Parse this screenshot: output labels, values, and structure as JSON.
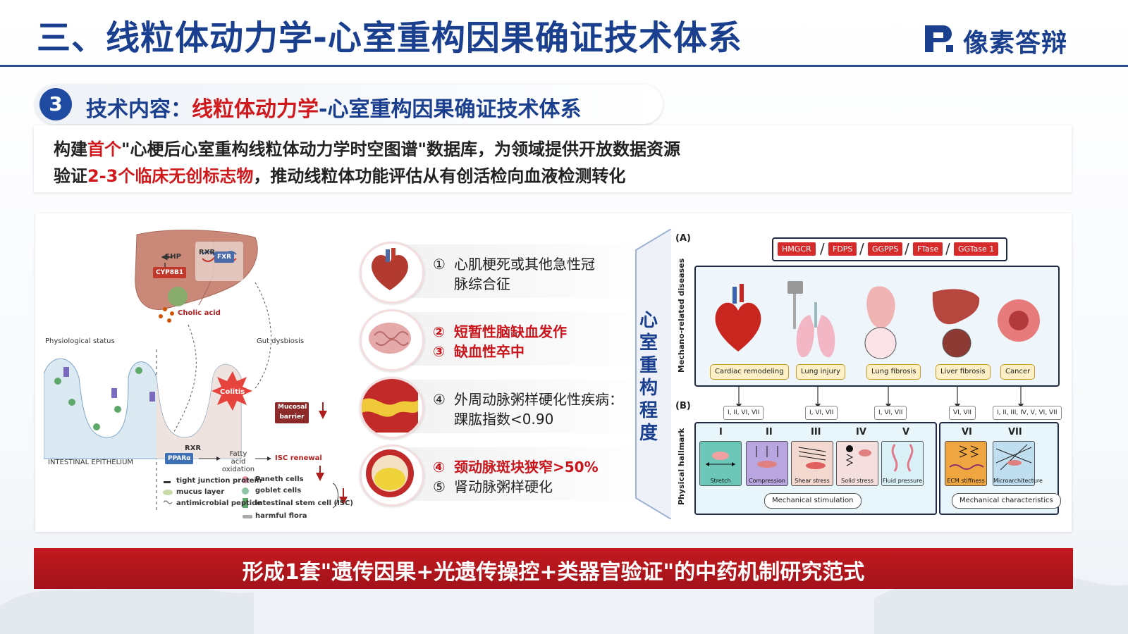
{
  "header": {
    "title": "三、线粒体动力学-心室重构因果确证技术体系",
    "logo_text": "像素答辩"
  },
  "section": {
    "number": "3",
    "prefix": "技术内容：",
    "highlight": "线粒体动力学",
    "suffix": "-心室重构因果确证技术体系"
  },
  "statement": {
    "line1": {
      "a": "构建",
      "red": "首个",
      "b": "\"心梗后心室重构线粒体动力学时空图谱\"数据库，为领域提供开放数据资源"
    },
    "line2": {
      "a": "验证",
      "red": "2-3个临床无创标志物",
      "b": "，推动线粒体功能评估从有创活检向血液检测转化"
    }
  },
  "conditions": [
    {
      "icon": "heart-icon",
      "lines": [
        {
          "num": "①",
          "text": "心肌梗死或其他急性冠",
          "red": false
        },
        {
          "num": "",
          "text": "脉综合征",
          "red": false
        }
      ]
    },
    {
      "icon": "brain-icon",
      "lines": [
        {
          "num": "②",
          "text": "短暂性脑缺血发作",
          "red": true
        },
        {
          "num": "③",
          "text": "缺血性卒中",
          "red": true
        }
      ]
    },
    {
      "icon": "artery-plaque-icon",
      "lines": [
        {
          "num": "④",
          "text": "外周动脉粥样硬化性疾病：",
          "red": false
        },
        {
          "num": "",
          "text": "踝肱指数<0.90",
          "red": false
        }
      ]
    },
    {
      "icon": "vessel-cross-section-icon",
      "lines": [
        {
          "num": "④",
          "text": "颈动脉斑块狭窄>50%",
          "red": true
        },
        {
          "num": "⑤",
          "text": "肾动脉粥样硬化",
          "red": false
        }
      ]
    }
  ],
  "right_panel": {
    "side_title": "心室重构程度",
    "label_a": "(A)",
    "label_b": "(B)",
    "enzymes": [
      "HMGCR",
      "FDPS",
      "GGPPS",
      "FTase",
      "GGTase 1"
    ],
    "axis_a": "Mechano-related diseases",
    "axis_b": "Physical hallmark",
    "diseases": [
      {
        "name": "Cardiac remodeling",
        "hallmarks": "I, II, VI, VII"
      },
      {
        "name": "Lung injury",
        "hallmarks": "I, VI, VII"
      },
      {
        "name": "Lung fibrosis",
        "hallmarks": "I, VI, VII"
      },
      {
        "name": "Liver fibrosis",
        "hallmarks": "VI, VII"
      },
      {
        "name": "Cancer",
        "hallmarks": "I, II, III, IV, V, VI, VII"
      }
    ],
    "tiles": [
      {
        "roman": "I",
        "label": "Stretch"
      },
      {
        "roman": "II",
        "label": "Compression"
      },
      {
        "roman": "III",
        "label": "Shear stress"
      },
      {
        "roman": "IV",
        "label": "Solid stress"
      },
      {
        "roman": "V",
        "label": "Fluid pressure"
      },
      {
        "roman": "VI",
        "label": "ECM stiffness"
      },
      {
        "roman": "VII",
        "label": "Microarchitecture"
      }
    ],
    "group1": "Mechanical stimulation",
    "group2": "Mechanical characteristics"
  },
  "left_figure": {
    "shp": "SHP",
    "rxr1": "RXR",
    "fxr": "FXR",
    "cyp": "CYP8B1",
    "cholic": "Cholic acid",
    "phys": "Physiological status",
    "gut": "Gut dysbiosis",
    "colitis": "Colitis",
    "mucosal": "Mucosal barrier",
    "epithelium": "INTESTINAL EPITHELIUM",
    "rxr2": "RXR",
    "ppar": "PPARα",
    "fatty": "Fatty acid oxidation",
    "isc": "ISC renewal",
    "legend": [
      "tight junction protein",
      "mucus layer",
      "antimicrobial peptide",
      "Paneth cells",
      "goblet cells",
      "intestinal stem cell (ISC)",
      "harmful flora"
    ]
  },
  "banner": {
    "text": "形成1套\"遗传因果+光遗传操控+类器官验证\"的中药机制研究范式"
  },
  "colors": {
    "primary_blue": "#1a3f8f",
    "accent_red": "#d0191c",
    "banner_red": "#b5161c"
  }
}
